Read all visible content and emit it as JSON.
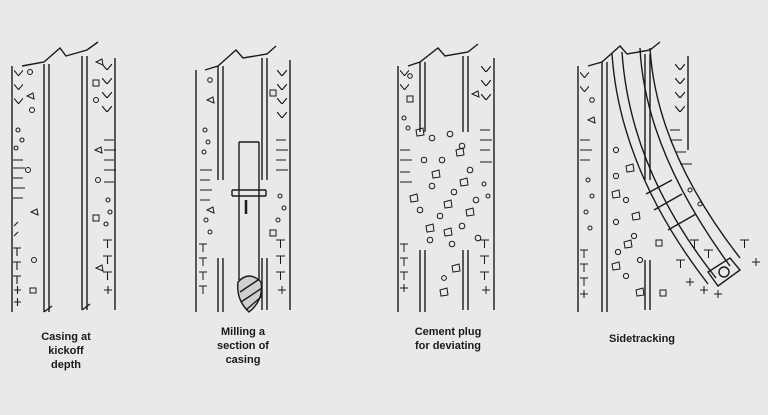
{
  "colors": {
    "background": "#e9e9e9",
    "ink": "#1a1a1a"
  },
  "panels": [
    {
      "id": "casing",
      "caption": "Casing at\nkickoff\ndepth"
    },
    {
      "id": "milling",
      "caption": "Milling a\nsection of\ncasing"
    },
    {
      "id": "cement",
      "caption": "Cement plug\nfor deviating"
    },
    {
      "id": "sidetrack",
      "caption": "Sidetracking"
    }
  ]
}
